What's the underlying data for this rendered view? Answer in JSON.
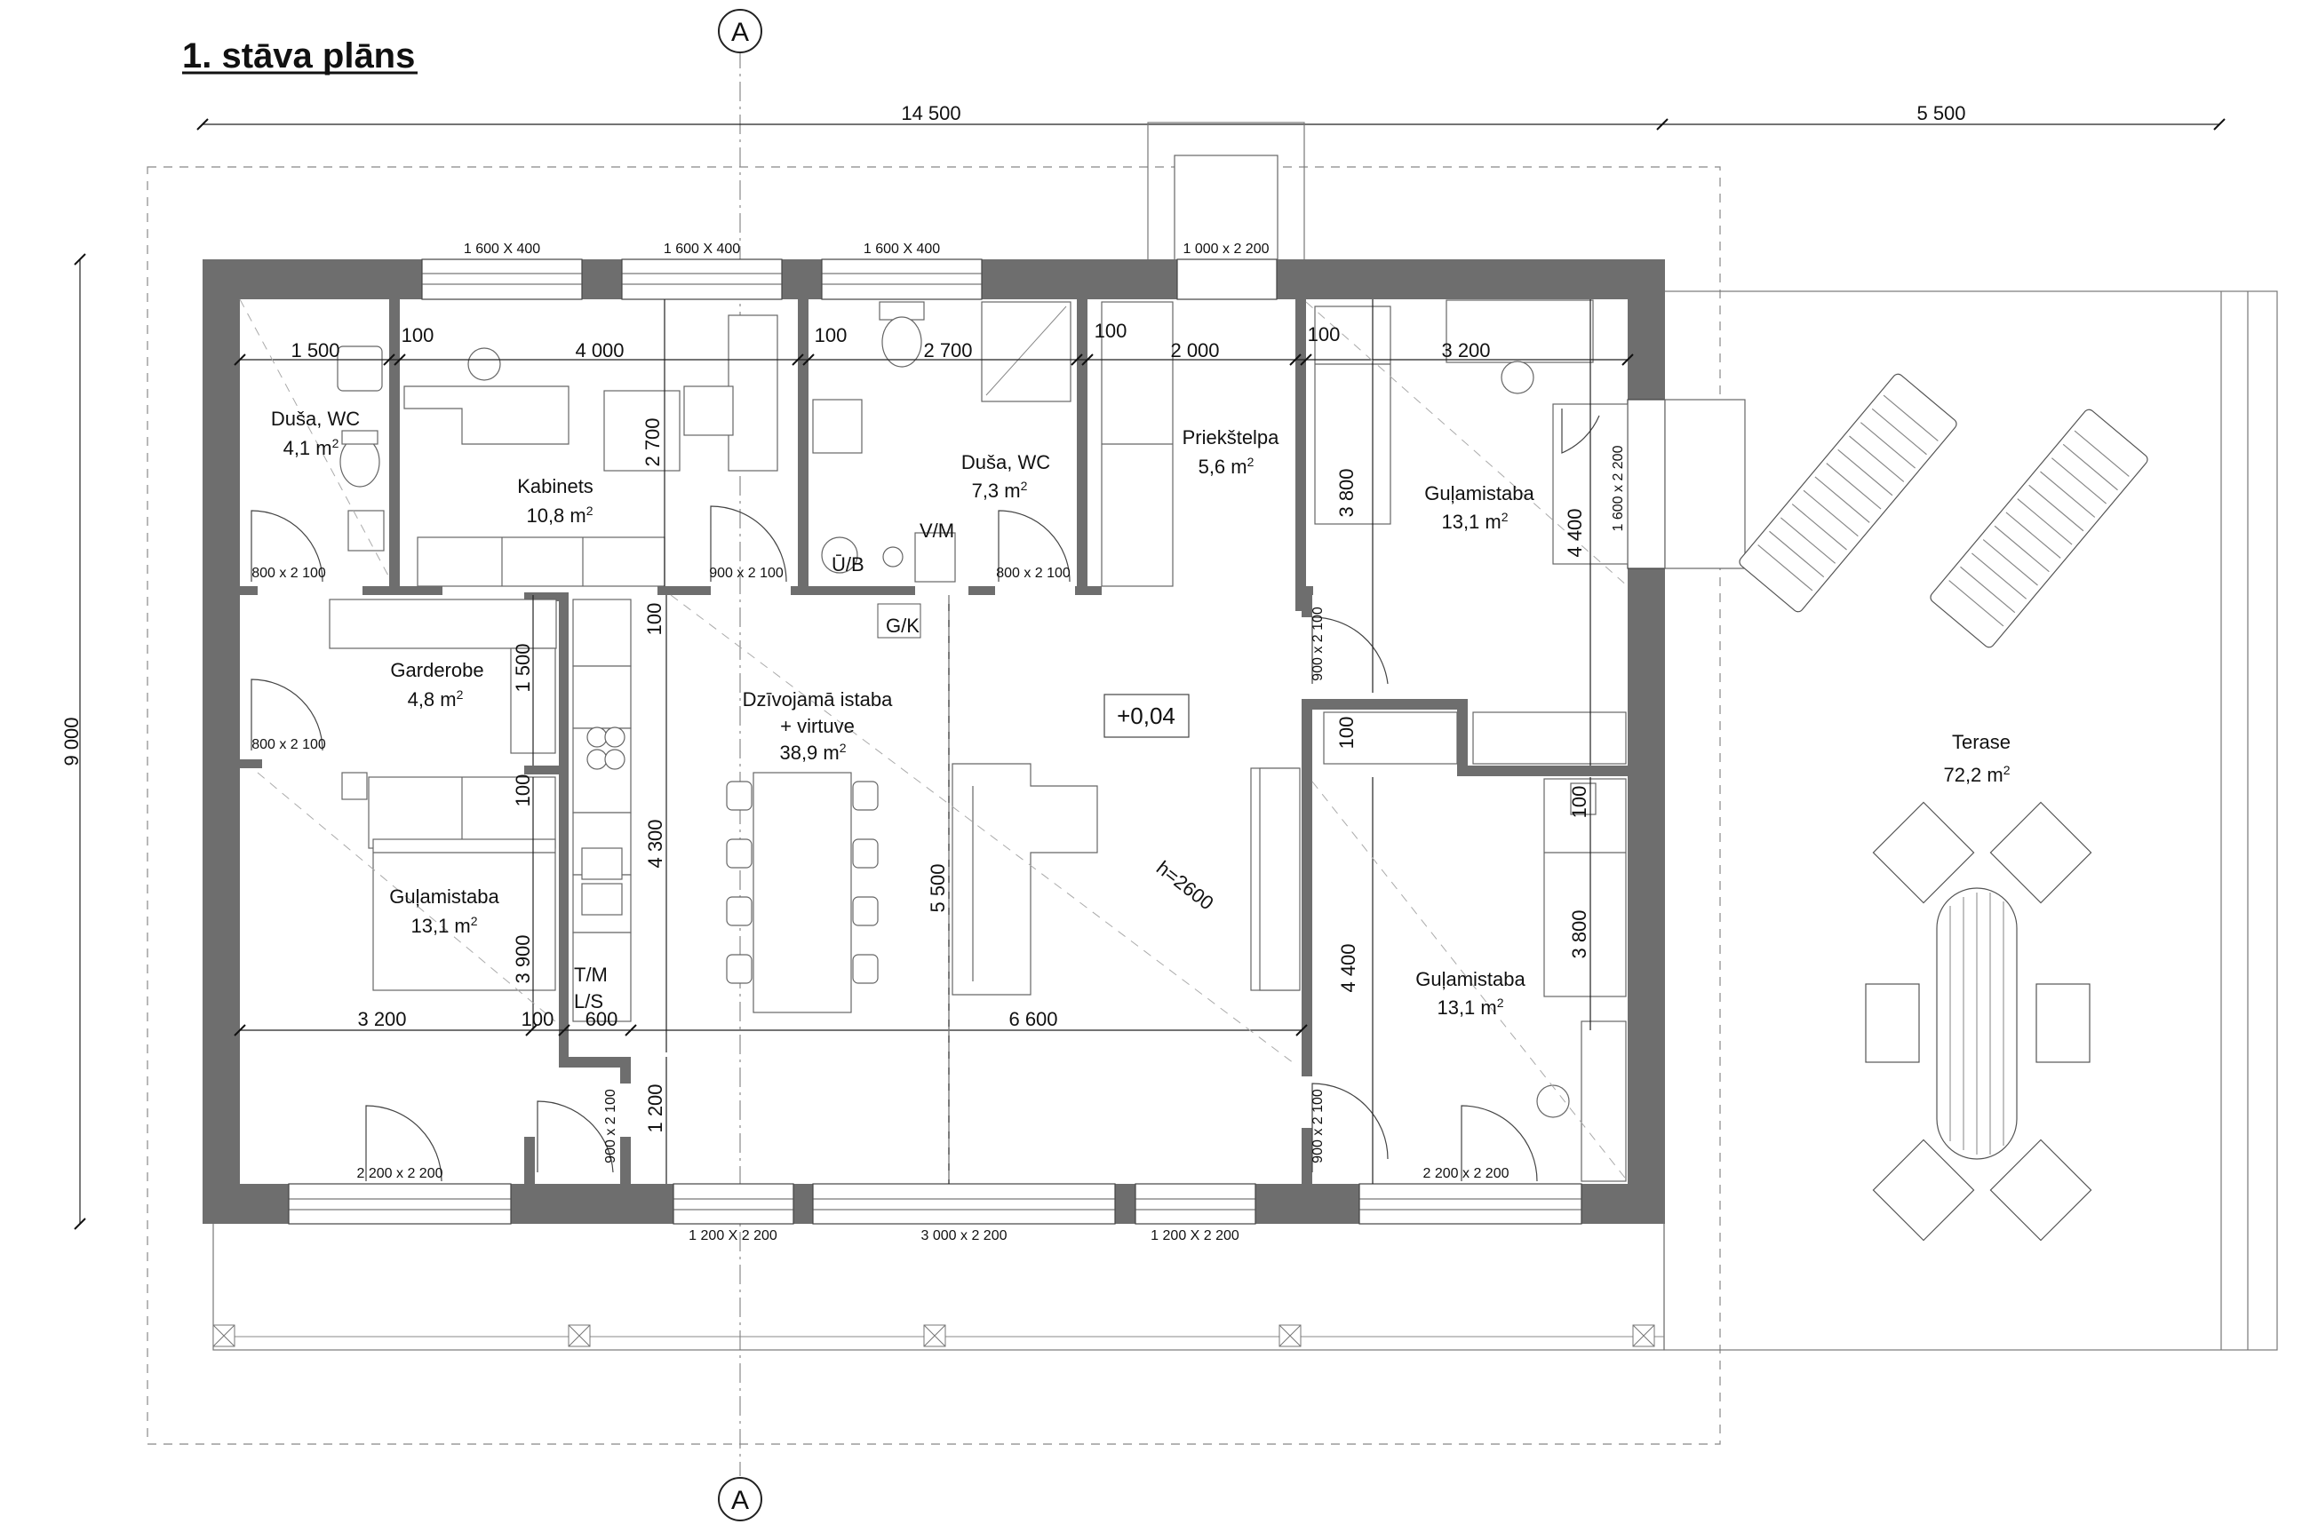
{
  "title": "1. stāva plāns",
  "section_marks": {
    "top": "A",
    "bottom": "A"
  },
  "overall_dims": {
    "house_width": "14 500",
    "terrace_width": "5 500",
    "height": "9 000"
  },
  "rooms": {
    "dusa_wc_1": {
      "name": "Duša, WC",
      "area": "4,1 m",
      "sup": "2"
    },
    "kabinets": {
      "name": "Kabinets",
      "area": "10,8 m",
      "sup": "2"
    },
    "dusa_wc_2": {
      "name": "Duša, WC",
      "area": "7,3 m",
      "sup": "2"
    },
    "priekstelpa": {
      "name": "Priekštelpa",
      "area": "5,6 m",
      "sup": "2"
    },
    "gulamistaba_ne": {
      "name": "Guļamistaba",
      "area": "13,1 m",
      "sup": "2"
    },
    "garderobe": {
      "name": "Garderobe",
      "area": "4,8 m",
      "sup": "2"
    },
    "dzivojama_1": {
      "name": "Dzīvojamā istaba",
      "name2": "+ virtuve",
      "area": "38,9 m",
      "sup": "2"
    },
    "gulamistaba_sw": {
      "name": "Guļamistaba",
      "area": "13,1 m",
      "sup": "2"
    },
    "gulamistaba_se": {
      "name": "Guļamistaba",
      "area": "13,1 m",
      "sup": "2"
    },
    "terase": {
      "name": "Terase",
      "area": "72,2 m",
      "sup": "2"
    }
  },
  "level": "+0,04",
  "ceiling_height": "h=2600",
  "equipment_labels": {
    "ub": "Ū/B",
    "vm": "V/M",
    "gk": "G/K",
    "tm": "T/M",
    "ls": "L/S"
  },
  "window_labels": {
    "w1": "1 600 X 400",
    "w2": "1 600 X 400",
    "w3": "1 600 X 400",
    "door_entry": "1 000 x 2 200",
    "w_bot_left": "2 200 x 2 200",
    "w_bot_1": "1 200 X 2 200",
    "w_bot_mid": "3 000 x 2 200",
    "w_bot_2": "1 200 X 2 200",
    "w_bot_right": "2 200 x 2 200",
    "w_east": "1 600 x 2 200"
  },
  "door_labels": {
    "d1": "800 x 2 100",
    "d2": "900 x 2 100",
    "d3": "800 x 2 100",
    "d4": "800 x 2 100",
    "d5": "900 x 2 100",
    "d6": "900 x 2 100",
    "d7": "900 x 2 100"
  },
  "inner_dims": {
    "r1": "1 500",
    "r2": "4 000",
    "r3": "2 700",
    "r4": "2 000",
    "r5": "3 200",
    "t1": "100",
    "t2": "100",
    "t3": "100",
    "t4": "100",
    "v_kab": "2 700",
    "v_ne": "3 800",
    "v_ne2": "4 400",
    "v_gard": "1 500",
    "v_100a": "100",
    "v_100b": "100",
    "v_kitchen": "4 300",
    "v_living": "5 500",
    "v_sw": "3 900",
    "v_se": "4 400",
    "v_se2": "3 800",
    "v_se_100": "100",
    "v_1200": "1 200",
    "v_sw_100": "100",
    "h_sw": "3 200",
    "h_100": "100",
    "h_600": "600",
    "h_6600": "6 600"
  }
}
